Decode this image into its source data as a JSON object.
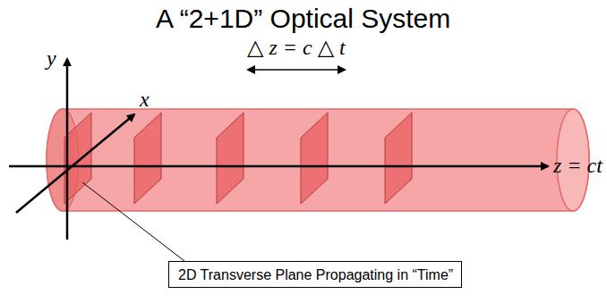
{
  "diagram": {
    "title": "A “2+1D” Optical System",
    "nodes": [
      {
        "text": [
          "2D Transverse Plane Propagating in “Time”"
        ]
      }
    ],
    "labels": [
      "y",
      "x",
      "△ z = c △ t",
      "z = ct"
    ]
  }
}
